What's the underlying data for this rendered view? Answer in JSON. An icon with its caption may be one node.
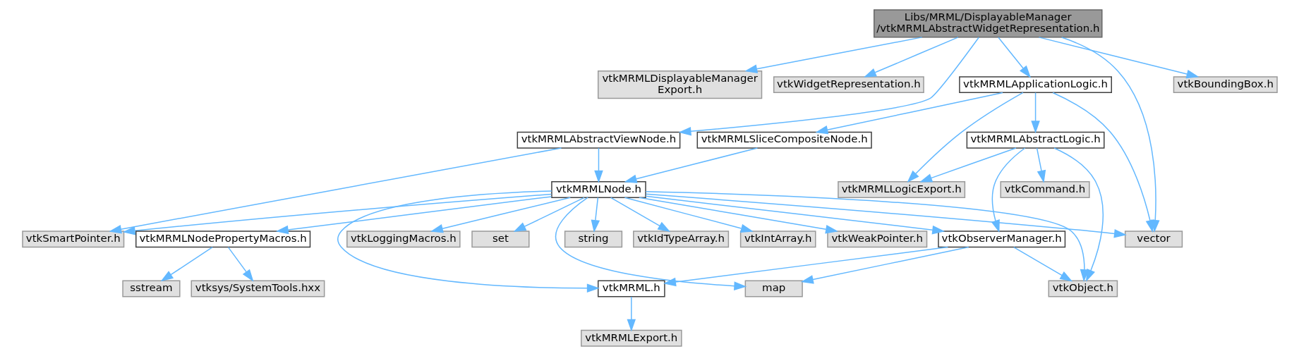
{
  "diagram": {
    "nodes": [
      {
        "text": [
          "Libs/MRML/DisplayableManager /vtkMRMLAbstractWidgetRepresentation.h"
        ]
      },
      {
        "text": [
          "vtkMRMLDisplayableManager Export.h"
        ]
      },
      {
        "text": [
          "vtkWidgetRepresentation.h"
        ]
      },
      {
        "text": [
          "vtkMRMLAbstractViewNode.h"
        ]
      },
      {
        "text": [
          "vtkMRMLApplicationLogic.h"
        ]
      },
      {
        "text": [
          "vector"
        ]
      },
      {
        "text": [
          "vtkBoundingBox.h"
        ]
      },
      {
        "text": [
          "vtkMRMLSliceCompositeNode.h"
        ]
      },
      {
        "text": [
          "vtkMRMLAbstractLogic.h"
        ]
      },
      {
        "text": [
          "vtkMRMLNode.h"
        ]
      },
      {
        "text": [
          "vtkMRMLLogicExport.h"
        ]
      },
      {
        "text": [
          "vtkCommand.h"
        ]
      },
      {
        "text": [
          "vtkSmartPointer.h"
        ]
      },
      {
        "text": [
          "vtkLoggingMacros.h"
        ]
      },
      {
        "text": [
          "set"
        ]
      },
      {
        "text": [
          "string"
        ]
      },
      {
        "text": [
          "vtkMRMLNodePropertyMacros.h"
        ]
      },
      {
        "text": [
          "vtkIdTypeArray.h"
        ]
      },
      {
        "text": [
          "vtkIntArray.h"
        ]
      },
      {
        "text": [
          "vtkWeakPointer.h"
        ]
      },
      {
        "text": [
          "vtkObserverManager.h"
        ]
      },
      {
        "text": [
          "vtkObject.h"
        ]
      },
      {
        "text": [
          "vtksys/SystemTools.hxx"
        ]
      },
      {
        "text": [
          "sstream"
        ]
      },
      {
        "text": [
          "map"
        ]
      },
      {
        "text": [
          "vtkMRML.h"
        ]
      },
      {
        "text": [
          "vtkMRMLExport.h"
        ]
      }
    ],
    "edges": [
      {
        "from": 0,
        "to": 1,
        "arrow": "to"
      },
      {
        "from": 0,
        "to": 2,
        "arrow": "to"
      },
      {
        "from": 0,
        "to": 3,
        "arrow": "to"
      },
      {
        "from": 0,
        "to": 4,
        "arrow": "to"
      },
      {
        "from": 0,
        "to": 5,
        "arrow": "to"
      },
      {
        "from": 0,
        "to": 6,
        "arrow": "to"
      },
      {
        "from": 4,
        "to": 7,
        "arrow": "to"
      },
      {
        "from": 4,
        "to": 8,
        "arrow": "to"
      },
      {
        "from": 4,
        "to": 10,
        "arrow": "to"
      },
      {
        "from": 4,
        "to": 5,
        "arrow": "to"
      },
      {
        "from": 3,
        "to": 12,
        "arrow": "to"
      },
      {
        "from": 3,
        "to": 9,
        "arrow": "to"
      },
      {
        "from": 7,
        "to": 9,
        "arrow": "to"
      },
      {
        "from": 8,
        "to": 10,
        "arrow": "to"
      },
      {
        "from": 8,
        "to": 11,
        "arrow": "to"
      },
      {
        "from": 8,
        "to": 20,
        "arrow": "to"
      },
      {
        "from": 8,
        "to": 21,
        "arrow": "to"
      },
      {
        "from": 9,
        "to": 12,
        "arrow": "to"
      },
      {
        "from": 9,
        "to": 13,
        "arrow": "to"
      },
      {
        "from": 9,
        "to": 14,
        "arrow": "to"
      },
      {
        "from": 9,
        "to": 15,
        "arrow": "to"
      },
      {
        "from": 9,
        "to": 16,
        "arrow": "to"
      },
      {
        "from": 9,
        "to": 17,
        "arrow": "to"
      },
      {
        "from": 9,
        "to": 18,
        "arrow": "to"
      },
      {
        "from": 9,
        "to": 19,
        "arrow": "to"
      },
      {
        "from": 9,
        "to": 20,
        "arrow": "to"
      },
      {
        "from": 9,
        "to": 21,
        "arrow": "to"
      },
      {
        "from": 9,
        "to": 5,
        "arrow": "to"
      },
      {
        "from": 9,
        "to": 24,
        "arrow": "to"
      },
      {
        "from": 9,
        "to": 25,
        "arrow": "to"
      },
      {
        "from": 16,
        "to": 22,
        "arrow": "to"
      },
      {
        "from": 16,
        "to": 23,
        "arrow": "to"
      },
      {
        "from": 20,
        "to": 24,
        "arrow": "to"
      },
      {
        "from": 20,
        "to": 25,
        "arrow": "to"
      },
      {
        "from": 20,
        "to": 21,
        "arrow": "to"
      },
      {
        "from": 25,
        "to": 26,
        "arrow": "to"
      }
    ]
  }
}
